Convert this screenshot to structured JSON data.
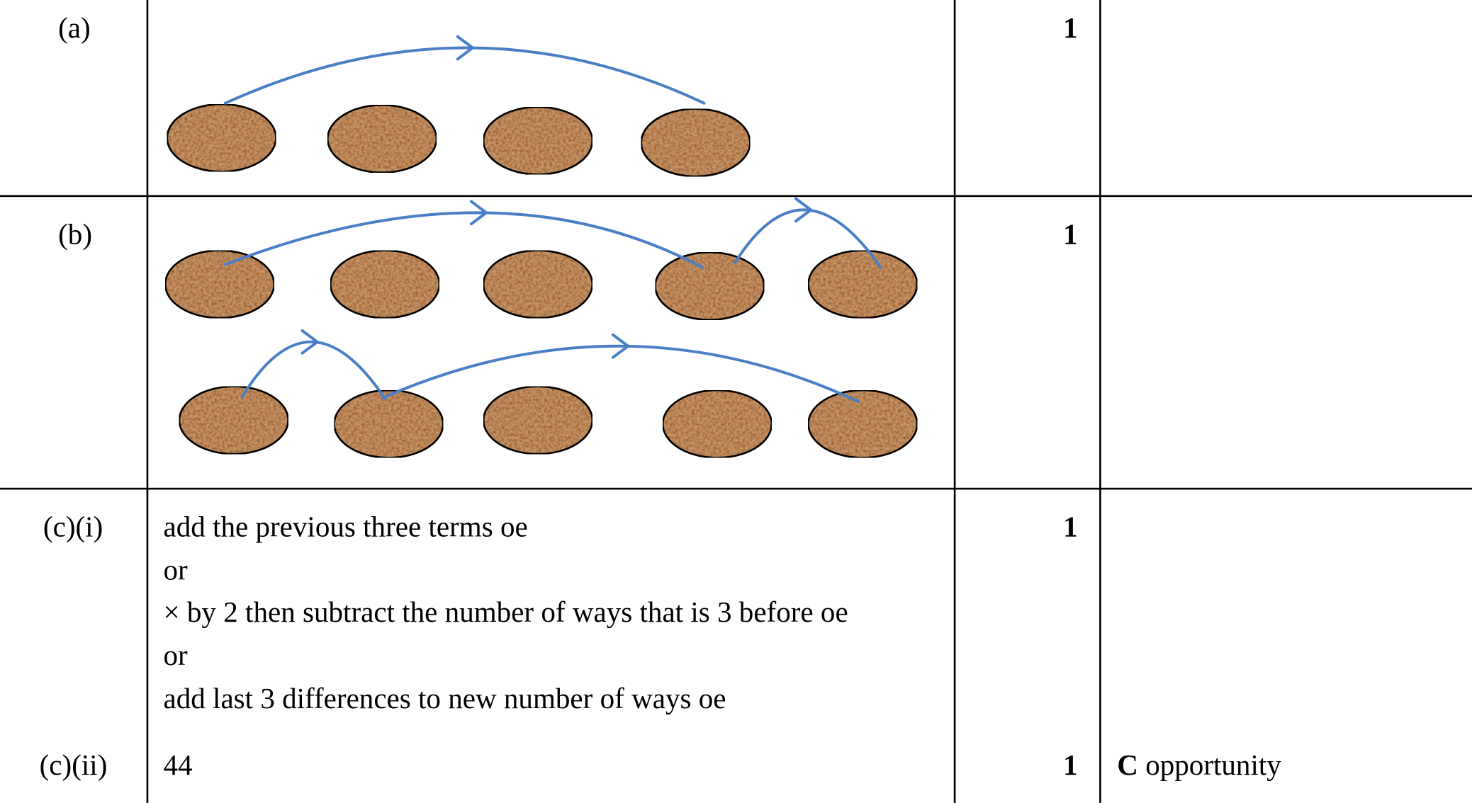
{
  "rows": [
    {
      "label": "(a)",
      "mark": "1"
    },
    {
      "label": "(b)",
      "mark": "1"
    },
    {
      "label": "(c)(i)",
      "mark": "1",
      "answer_lines": [
        "add the previous three terms oe",
        "or",
        "× by 2 then subtract the number of ways that is 3 before oe",
        "or",
        "add last 3 differences to new number of ways oe"
      ]
    },
    {
      "label": "(c)(ii)",
      "mark": "1",
      "answer": "44",
      "guidance_bold": "C",
      "guidance": " opportunity"
    }
  ],
  "colors": {
    "arrow": "#4a7fc6",
    "stone": "#c89464",
    "rule": "#000000"
  }
}
